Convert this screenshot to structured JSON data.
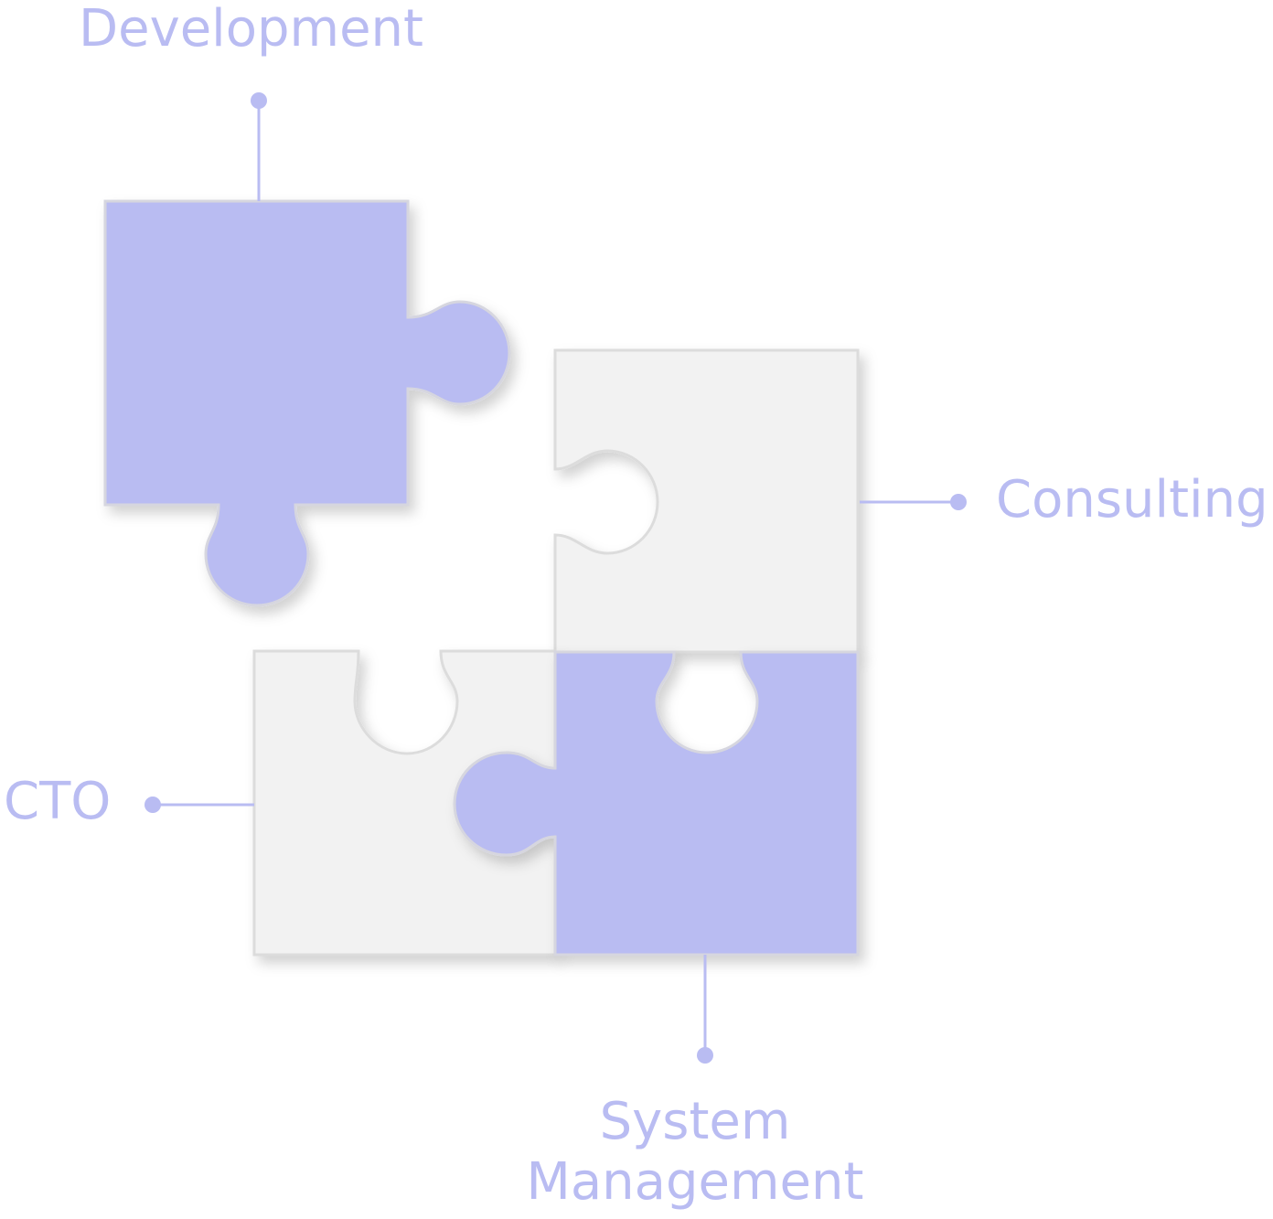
{
  "labels": {
    "development": "Development",
    "consulting": "Consulting",
    "cto": "CTO",
    "system_management_line1": "System",
    "system_management_line2": "Management"
  },
  "colors": {
    "accent": "#b9bcf2",
    "piece_gray": "#f2f2f2",
    "piece_outline": "#dcdcdc",
    "connector": "#b9bcf2"
  },
  "pieces": [
    {
      "name": "development",
      "color": "accent"
    },
    {
      "name": "consulting",
      "color": "piece_gray"
    },
    {
      "name": "cto",
      "color": "piece_gray"
    },
    {
      "name": "system-management",
      "color": "accent"
    }
  ]
}
